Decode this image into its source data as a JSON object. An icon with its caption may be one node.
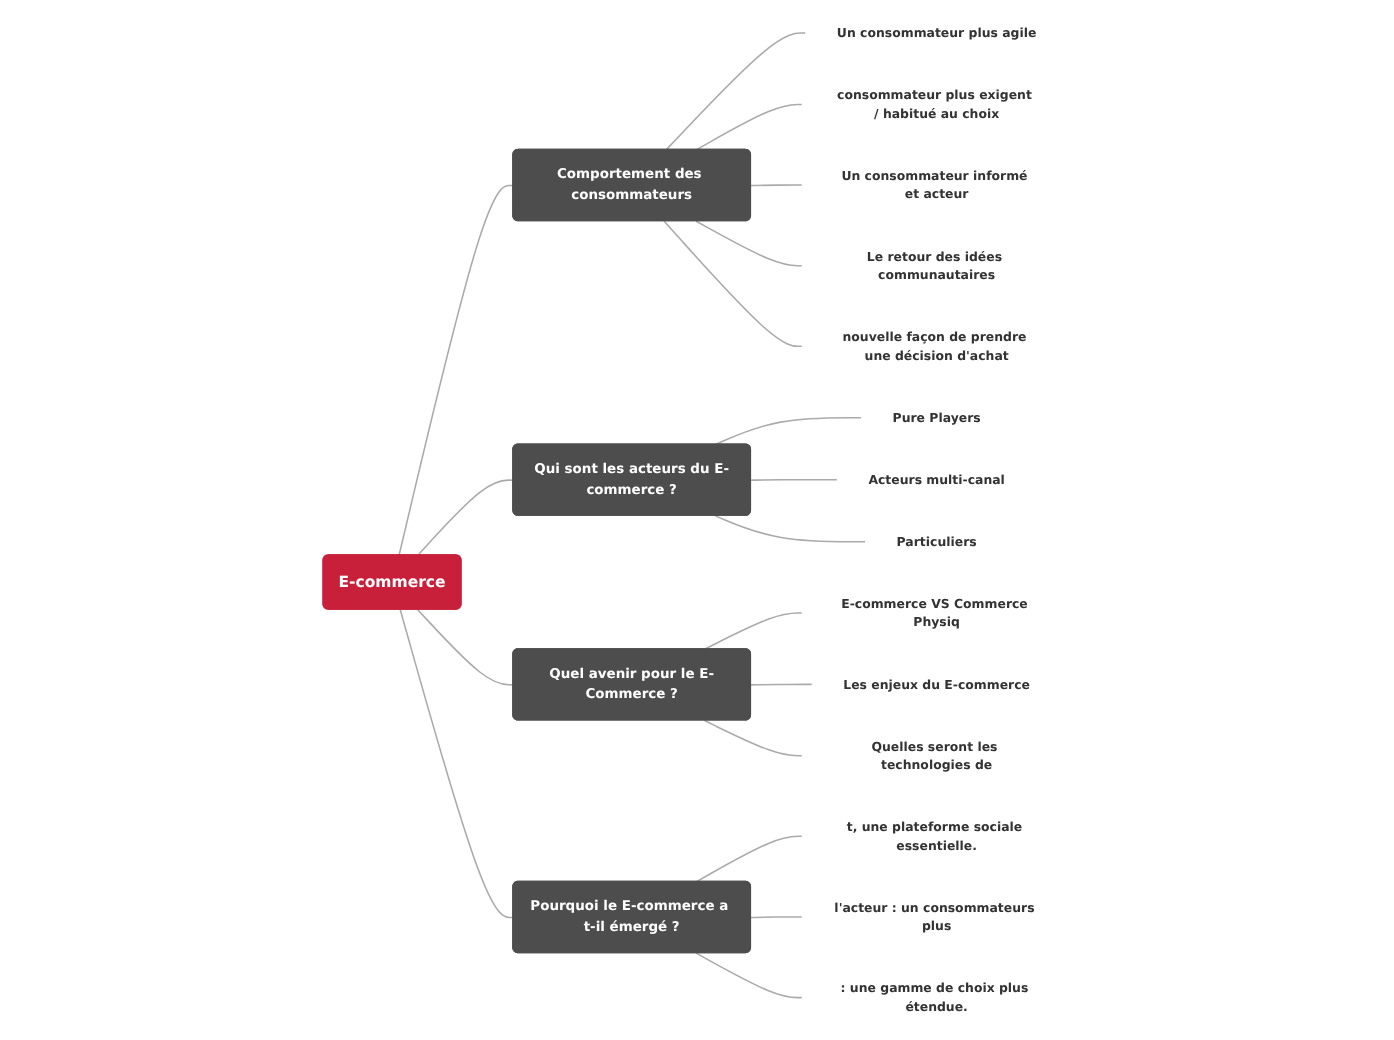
{
  "diagram": {
    "nodes": [
      {
        "text": [
          "E-commerce"
        ]
      },
      {
        "text": [
          "Comportement des consommateurs"
        ]
      },
      {
        "text": [
          "Un consommateur plus agile"
        ]
      },
      {
        "text": [
          "consommateur plus exigent / habitué au choix"
        ]
      },
      {
        "text": [
          "Un consommateur informé et acteur"
        ]
      },
      {
        "text": [
          "Le retour des idées communautaires"
        ]
      },
      {
        "text": [
          "nouvelle façon de prendre une décision d'achat"
        ]
      },
      {
        "text": [
          "Qui sont les acteurs du E-commerce ?"
        ]
      },
      {
        "text": [
          "Pure Players"
        ]
      },
      {
        "text": [
          "Acteurs multi-canal"
        ]
      },
      {
        "text": [
          "Particuliers"
        ]
      },
      {
        "text": [
          "Quel avenir pour le E-Commerce ?"
        ]
      },
      {
        "text": [
          "E-commerce VS Commerce Physiq"
        ]
      },
      {
        "text": [
          "Les enjeux du E-commerce"
        ]
      },
      {
        "text": [
          "Quelles seront les technologies de"
        ]
      },
      {
        "text": [
          "Pourquoi le E-commerce a t-il émergé ?"
        ]
      },
      {
        "text": [
          "t, une plateforme sociale essentielle."
        ]
      },
      {
        "text": [
          "l'acteur : un consommateurs plus"
        ]
      },
      {
        "text": [
          ": une gamme de choix plus étendue."
        ]
      }
    ],
    "edges": [
      {
        "from": 0,
        "to": 1,
        "arrow": "none"
      },
      {
        "from": 1,
        "to": 2,
        "arrow": "none"
      },
      {
        "from": 1,
        "to": 3,
        "arrow": "none"
      },
      {
        "from": 1,
        "to": 4,
        "arrow": "none"
      },
      {
        "from": 1,
        "to": 5,
        "arrow": "none"
      },
      {
        "from": 1,
        "to": 6,
        "arrow": "none"
      },
      {
        "from": 0,
        "to": 7,
        "arrow": "none"
      },
      {
        "from": 7,
        "to": 8,
        "arrow": "none"
      },
      {
        "from": 7,
        "to": 9,
        "arrow": "none"
      },
      {
        "from": 7,
        "to": 10,
        "arrow": "none"
      },
      {
        "from": 0,
        "to": 11,
        "arrow": "none"
      },
      {
        "from": 11,
        "to": 12,
        "arrow": "none"
      },
      {
        "from": 11,
        "to": 13,
        "arrow": "none"
      },
      {
        "from": 11,
        "to": 14,
        "arrow": "none"
      },
      {
        "from": 0,
        "to": 15,
        "arrow": "none"
      },
      {
        "from": 15,
        "to": 16,
        "arrow": "none"
      },
      {
        "from": 15,
        "to": 17,
        "arrow": "none"
      },
      {
        "from": 15,
        "to": 18,
        "arrow": "none"
      }
    ]
  }
}
